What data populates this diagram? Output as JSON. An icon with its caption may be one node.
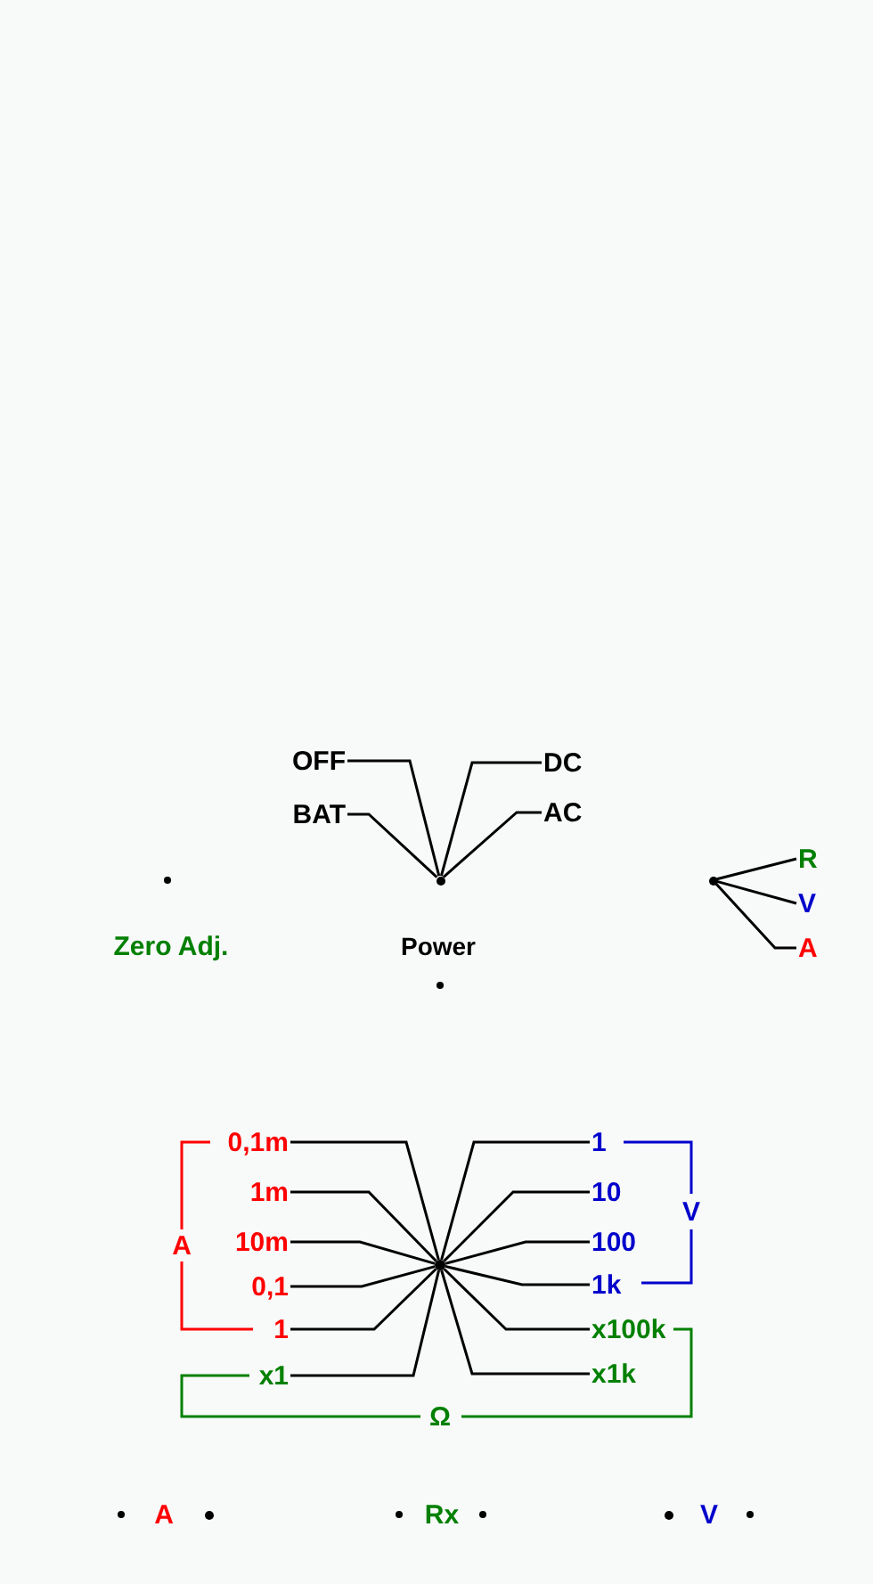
{
  "diagram": {
    "nodes": [
      {
        "text": [],
        "shape": "circle"
      },
      {
        "text": [
          "OFF"
        ]
      },
      {
        "text": [
          "BAT"
        ]
      },
      {
        "text": [
          "DC"
        ]
      },
      {
        "text": [
          "AC"
        ]
      },
      {
        "text": [],
        "shape": "circle"
      },
      {
        "text": [
          "R"
        ]
      },
      {
        "text": [
          "V"
        ]
      },
      {
        "text": [
          "A"
        ]
      },
      {
        "text": [],
        "shape": "circle"
      },
      {
        "text": [
          "0,1m"
        ]
      },
      {
        "text": [
          "1m"
        ]
      },
      {
        "text": [
          "10m"
        ]
      },
      {
        "text": [
          "0,1"
        ]
      },
      {
        "text": [
          "1"
        ]
      },
      {
        "text": [
          "x1"
        ]
      },
      {
        "text": [
          "1"
        ]
      },
      {
        "text": [
          "10"
        ]
      },
      {
        "text": [
          "100"
        ]
      },
      {
        "text": [
          "1k"
        ]
      },
      {
        "text": [
          "x100k"
        ]
      },
      {
        "text": [
          "x1k"
        ]
      }
    ],
    "edges": [
      {
        "from": 0,
        "to": 1,
        "arrow": "none"
      },
      {
        "from": 0,
        "to": 2,
        "arrow": "none"
      },
      {
        "from": 0,
        "to": 3,
        "arrow": "none"
      },
      {
        "from": 0,
        "to": 4,
        "arrow": "none"
      },
      {
        "from": 5,
        "to": 6,
        "arrow": "none"
      },
      {
        "from": 5,
        "to": 7,
        "arrow": "none"
      },
      {
        "from": 5,
        "to": 8,
        "arrow": "none"
      },
      {
        "from": 9,
        "to": 10,
        "arrow": "none"
      },
      {
        "from": 9,
        "to": 11,
        "arrow": "none"
      },
      {
        "from": 9,
        "to": 12,
        "arrow": "none"
      },
      {
        "from": 9,
        "to": 13,
        "arrow": "none"
      },
      {
        "from": 9,
        "to": 14,
        "arrow": "none"
      },
      {
        "from": 9,
        "to": 15,
        "arrow": "none"
      },
      {
        "from": 9,
        "to": 16,
        "arrow": "none"
      },
      {
        "from": 9,
        "to": 17,
        "arrow": "none"
      },
      {
        "from": 9,
        "to": 18,
        "arrow": "none"
      },
      {
        "from": 9,
        "to": 19,
        "arrow": "none"
      },
      {
        "from": 9,
        "to": 20,
        "arrow": "none"
      },
      {
        "from": 9,
        "to": 21,
        "arrow": "none"
      }
    ],
    "labels": [
      "Zero Adj.",
      "Power",
      "A",
      "V",
      "Ω",
      "A",
      "Rx",
      "V"
    ]
  }
}
